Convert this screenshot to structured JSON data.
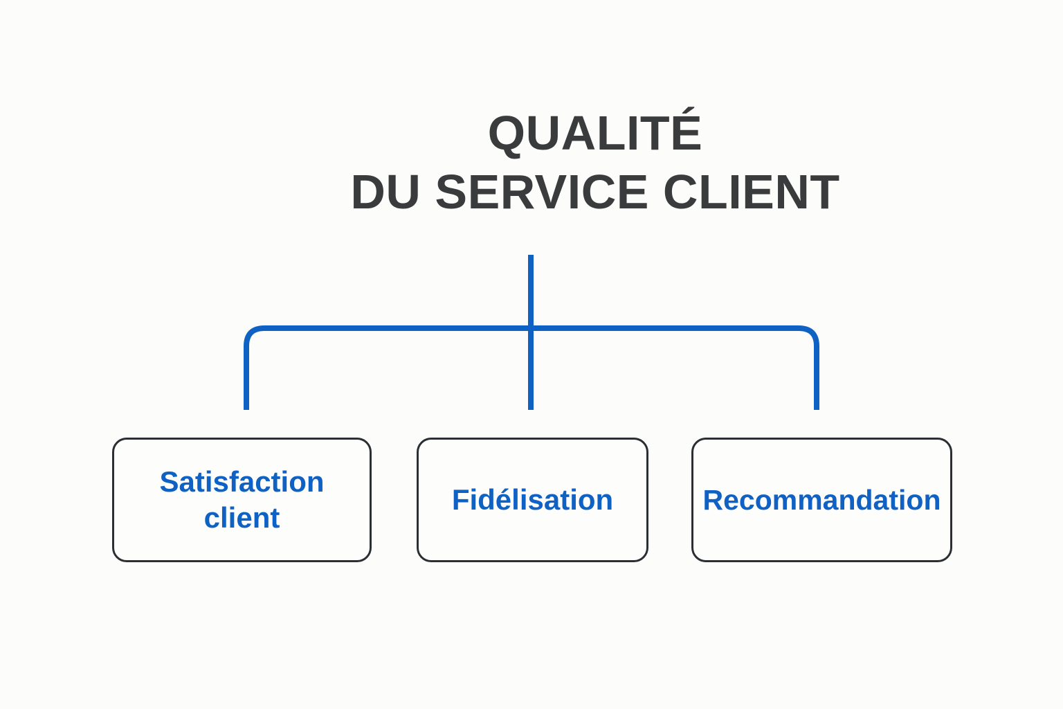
{
  "diagram": {
    "title": {
      "line1": "QUALITÉ",
      "line2": "DU SERVICE CLIENT",
      "color": "#3a3b3d"
    },
    "theme": {
      "background": "#fcfcfb",
      "accent_blue": "#0f62c4",
      "box_border": "#2b2f33",
      "box_fill": "#fdfdfc",
      "node_text_color": "#0f62c4"
    },
    "nodes": [
      {
        "id": "satisfaction-client",
        "label": "Satisfaction\nclient"
      },
      {
        "id": "fidelisation",
        "label": "Fidélisation"
      },
      {
        "id": "recommandation",
        "label": "Recommandation"
      }
    ]
  },
  "chart_data": {
    "type": "diagram",
    "subtype": "organizational-tree",
    "title": "QUALITÉ DU SERVICE CLIENT",
    "root": "QUALITÉ DU SERVICE CLIENT",
    "children": [
      "Satisfaction client",
      "Fidélisation",
      "Recommandation"
    ],
    "levels": 2,
    "edge_style": "orthogonal-rounded",
    "edge_color": "#0f62c4",
    "edge_width": 8
  }
}
